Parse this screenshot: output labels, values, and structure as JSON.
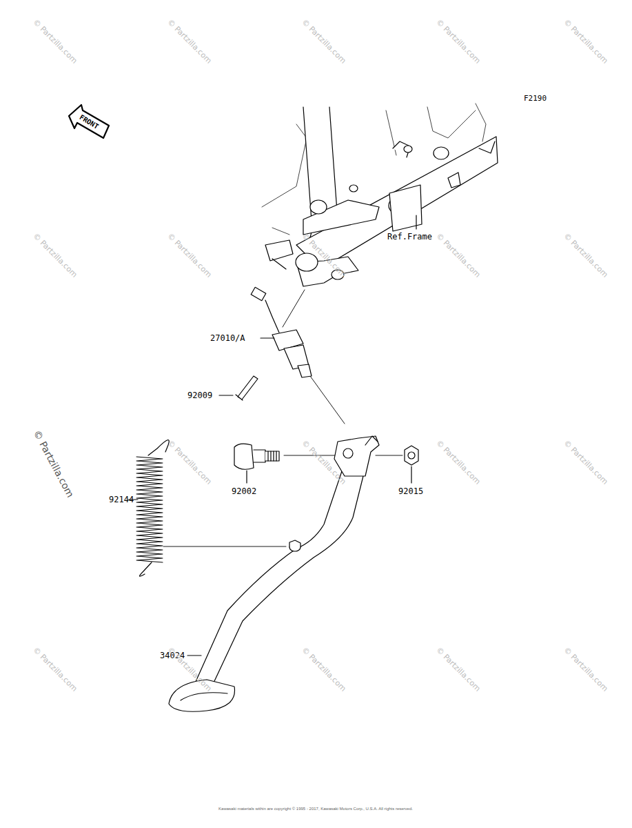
{
  "diagram": {
    "labels": [
      "F2190",
      "FRONT",
      "Ref.Frame",
      "27010/A",
      "92009",
      "92002",
      "92015",
      "92144",
      "34024",
      "© Partzilla.com",
      "© Partzilla.com",
      "© Partzilla.com",
      "© Partzilla.com",
      "© Partzilla.com",
      "© Partzilla.com",
      "© Partzilla.com",
      "© Partzilla.com",
      "© Partzilla.com",
      "© Partzilla.com",
      "© Partzilla.com",
      "© Partzilla.com",
      "© Partzilla.com",
      "© Partzilla.com",
      "© Partzilla.com",
      "© Partzilla.com",
      "© Partzilla.com",
      "© Partzilla.com",
      "© Partzilla.com",
      "© Partzilla.com",
      "Kawasaki materials within are copyright © 1995 - 2017, Kawasaki Motors Corp., U.S.A. All rights reserved."
    ]
  }
}
